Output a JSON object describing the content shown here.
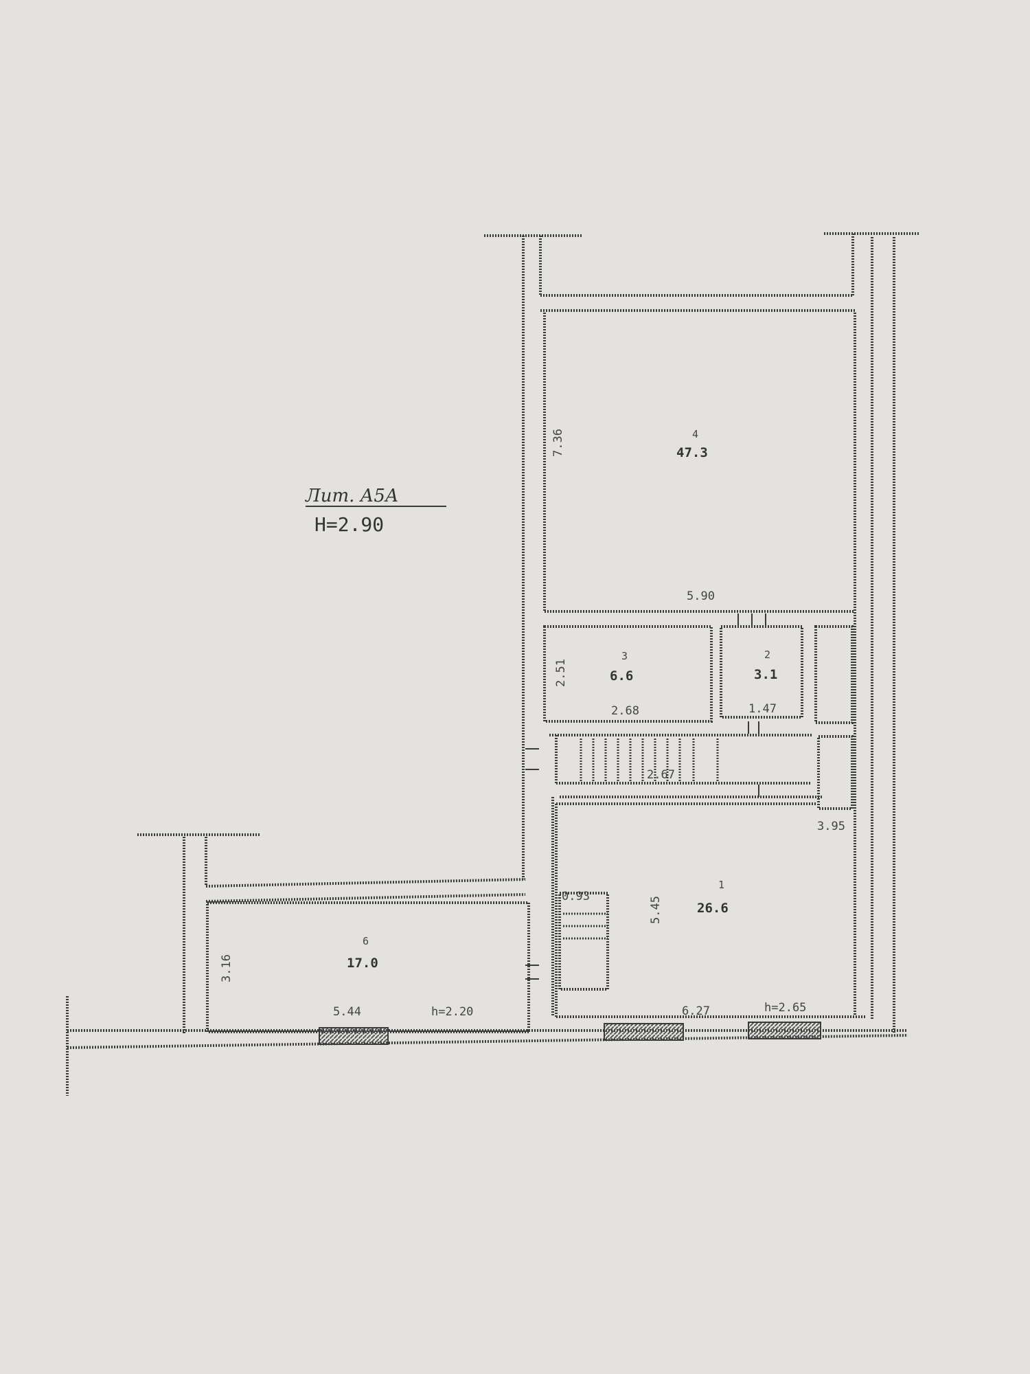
{
  "colors": {
    "paper": "#e3e2df",
    "ink": "#3a3a3a",
    "hatch": "#555555"
  },
  "building_label": "Лит. А5А",
  "floor_height": "H=2.90",
  "rooms": [
    {
      "number": "4",
      "area": "47.3"
    },
    {
      "number": "3",
      "area": "6.6"
    },
    {
      "number": "2",
      "area": "3.1"
    },
    {
      "number": "1",
      "area": "26.6"
    },
    {
      "number": "6",
      "area": "17.0"
    }
  ],
  "dimensions": {
    "room4_height": "7.36",
    "room4_width": "5.90",
    "room3_height": "2.51",
    "room3_width": "2.68",
    "room2_width": "1.47",
    "room1_small": "0.93",
    "room1_height": "5.45",
    "room1_width": "6.27",
    "room1_window": "h=2.65",
    "room6_height": "3.16",
    "room6_width": "5.44",
    "room6_window": "h=2.20",
    "corridor_length": "2.67",
    "passage": "3.95"
  }
}
